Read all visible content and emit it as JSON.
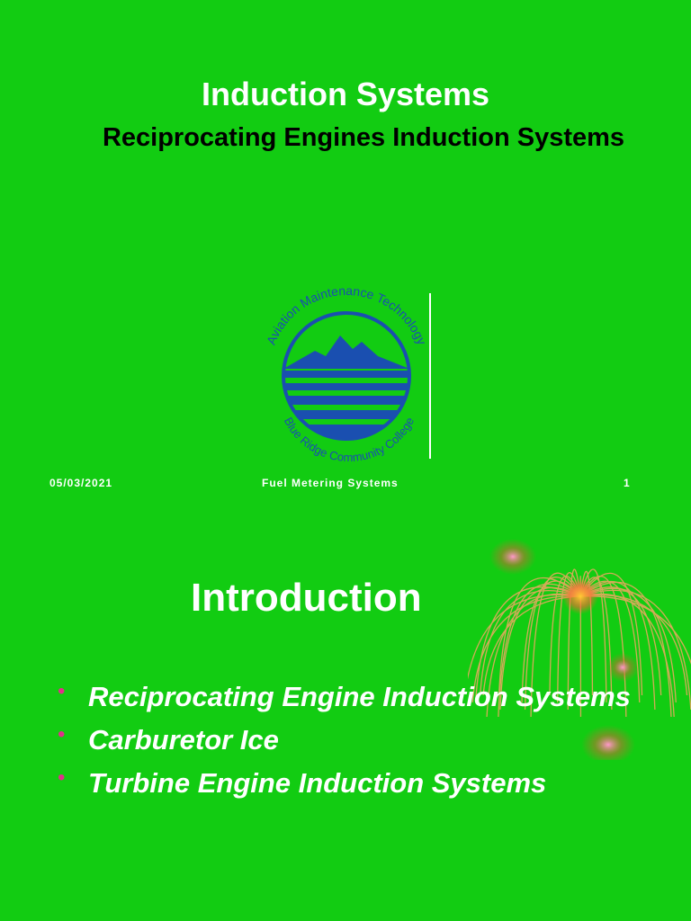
{
  "slide1": {
    "title": "Induction Systems",
    "subtitle": "Reciprocating Engines Induction Systems",
    "logo": {
      "name": "aviation-maintenance-technology-logo",
      "top_arc_text": "Aviation Maintenance Technology",
      "bottom_arc_text": "Blue Ridge Community College",
      "color": "#1a4fb0"
    },
    "footer": {
      "date": "05/03/2021",
      "center": "Fuel Metering Systems",
      "page": "1"
    }
  },
  "slide2": {
    "title": "Introduction",
    "bullets": [
      {
        "text": "Reciprocating Engine Induction Systems"
      },
      {
        "text": "Carburetor Ice"
      },
      {
        "text": "Turbine Engine Induction Systems"
      }
    ],
    "decoration": "firework-image"
  },
  "colors": {
    "background": "#12cc12",
    "title": "#ffffff",
    "subtitle": "#000000",
    "bullet": "#e0308a"
  }
}
